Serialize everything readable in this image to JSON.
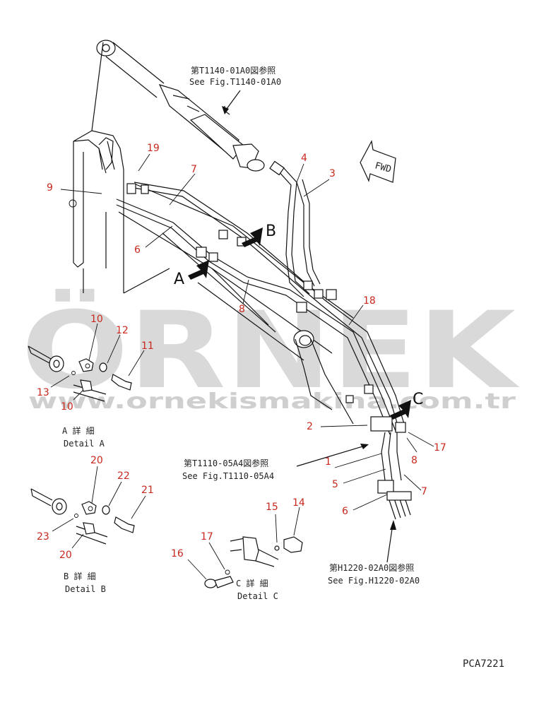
{
  "refs": {
    "top_jp": "第T1140-01A0図参照",
    "top_en": "See Fig.T1140-01A0",
    "mid_jp": "第T1110-05A4図参照",
    "mid_en": "See Fig.T1110-05A4",
    "bot_jp": "第H1220-02A0図参照",
    "bot_en": "See Fig.H1220-02A0"
  },
  "fwd_label": "FWD",
  "view_letters": {
    "a": "A",
    "b": "B",
    "c": "C"
  },
  "details": {
    "a_jp": "A 詳 細",
    "a_en": "Detail A",
    "b_jp": "B 詳 細",
    "b_en": "Detail B",
    "c_jp": "C 詳 細",
    "c_en": "Detail C"
  },
  "parts": {
    "p1": "1",
    "p2": "2",
    "p3": "3",
    "p4": "4",
    "p5": "5",
    "p6a": "6",
    "p6b": "6",
    "p7a": "7",
    "p7b": "7",
    "p8a": "8",
    "p8b": "8",
    "p9": "9",
    "p10a": "10",
    "p10b": "10",
    "p11": "11",
    "p12": "12",
    "p13": "13",
    "p14": "14",
    "p15": "15",
    "p16": "16",
    "p17a": "17",
    "p17b": "17",
    "p18": "18",
    "p19": "19",
    "p20a": "20",
    "p20b": "20",
    "p21": "21",
    "p22": "22",
    "p23": "23"
  },
  "watermark": {
    "main": "ÖRNEK",
    "url": "www.ornekismakina.com.tr"
  },
  "drawing_code": "PCA7221"
}
